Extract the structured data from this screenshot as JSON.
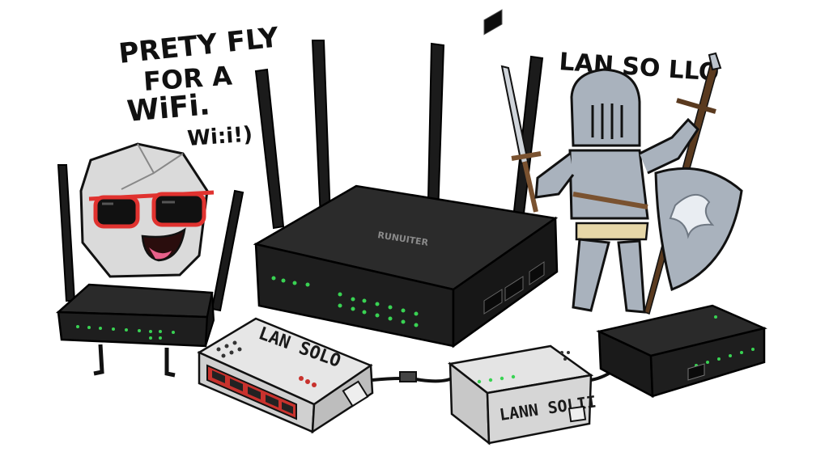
{
  "captions": {
    "pretty_fly_line1": "PRETY FLY",
    "pretty_fly_line2": "FOR A",
    "pretty_fly_line3": "WiFi.",
    "pretty_fly_line4": "Wi:i!)",
    "knight_caption": "LAN  SO LLO"
  },
  "devices": {
    "main_router_brand": "RUNUITER",
    "switch_label": "LAN SOLO",
    "hub_label": "LANN SOLII"
  },
  "colors": {
    "router_body": "#1e1e1e",
    "router_top": "#2b2b2b",
    "led_green": "#39d353",
    "switch_body": "#d9d9d9",
    "port_red": "#c8322d",
    "armor": "#a9b2bd",
    "armor_dark": "#6f7883",
    "sunglasses": "#e0322f",
    "belt": "#7a5230"
  },
  "icons": {
    "character_left": "cool-box-character",
    "character_right": "knight-character"
  }
}
